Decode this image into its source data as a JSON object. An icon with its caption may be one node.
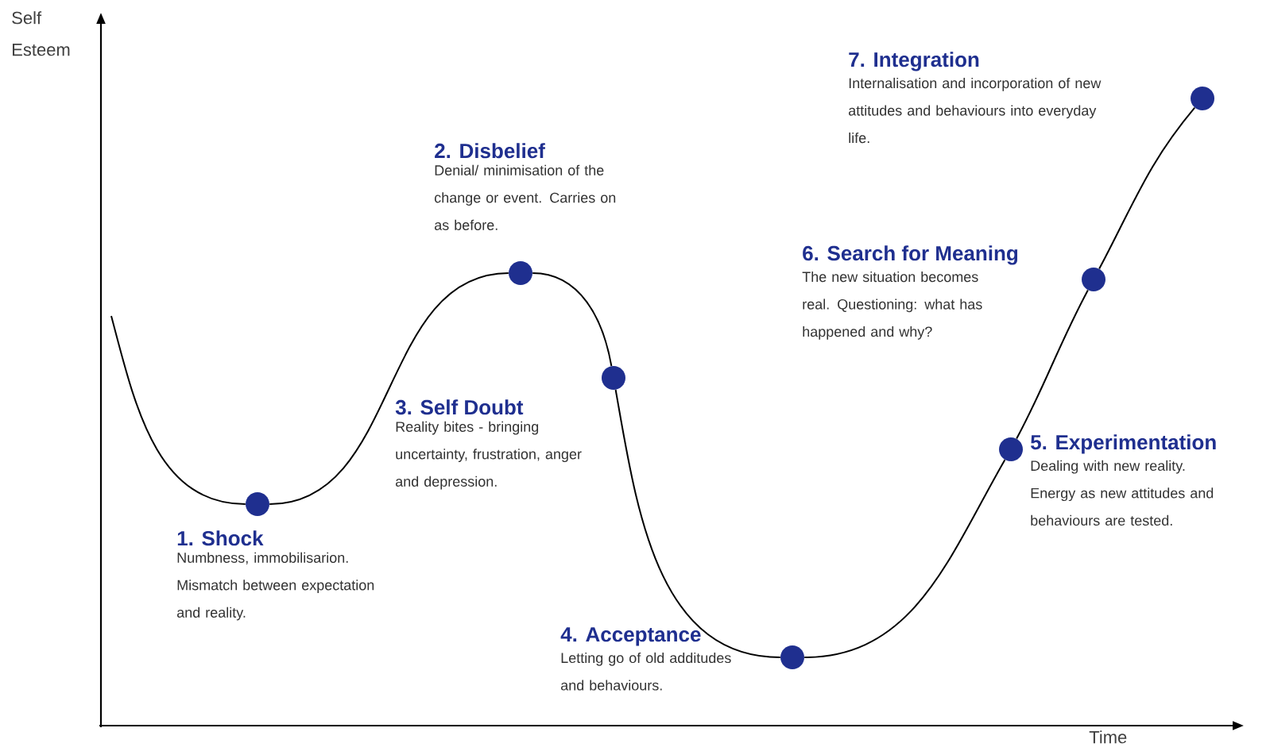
{
  "diagram": {
    "nodes": [
      {
        "text": [],
        "shape": "circle",
        "beside": [
          "1. Shock",
          "Numbness, immobilisarion. Mismatch between expectation and reality."
        ]
      },
      {
        "text": [],
        "shape": "circle",
        "beside": [
          "2. Disbelief",
          "Denial/ minimisation of the change or event. Carries on as before."
        ]
      },
      {
        "text": [],
        "shape": "circle",
        "beside": [
          "3. Self Doubt",
          "Reality bites - bringing uncertainty, frustration, anger and depression."
        ]
      },
      {
        "text": [],
        "shape": "circle",
        "beside": [
          "4. Acceptance",
          "Letting go of old additudes and behaviours."
        ]
      },
      {
        "text": [],
        "shape": "circle",
        "beside": [
          "5. Experimentation",
          "Dealing with new reality. Energy as new attitudes and behaviours are tested."
        ]
      },
      {
        "text": [],
        "shape": "circle",
        "beside": [
          "6. Search for Meaning",
          "The new situation becomes real. Questioning: what has happened and why?"
        ]
      },
      {
        "text": [],
        "shape": "circle",
        "beside": [
          "7. Integration",
          "Internalisation and incorporation of new attitudes and behaviours into everyday life."
        ]
      }
    ],
    "edges": [
      {
        "from": null,
        "to": 0,
        "arrow": "none"
      },
      {
        "from": 0,
        "to": 1,
        "arrow": "none"
      },
      {
        "from": 1,
        "to": 2,
        "arrow": "none"
      },
      {
        "from": 2,
        "to": 3,
        "arrow": "none"
      },
      {
        "from": 3,
        "to": 4,
        "arrow": "none"
      },
      {
        "from": 4,
        "to": 5,
        "arrow": "none"
      },
      {
        "from": 5,
        "to": 6,
        "arrow": "none"
      }
    ],
    "labels": [
      "Self Esteem",
      "Time"
    ]
  }
}
